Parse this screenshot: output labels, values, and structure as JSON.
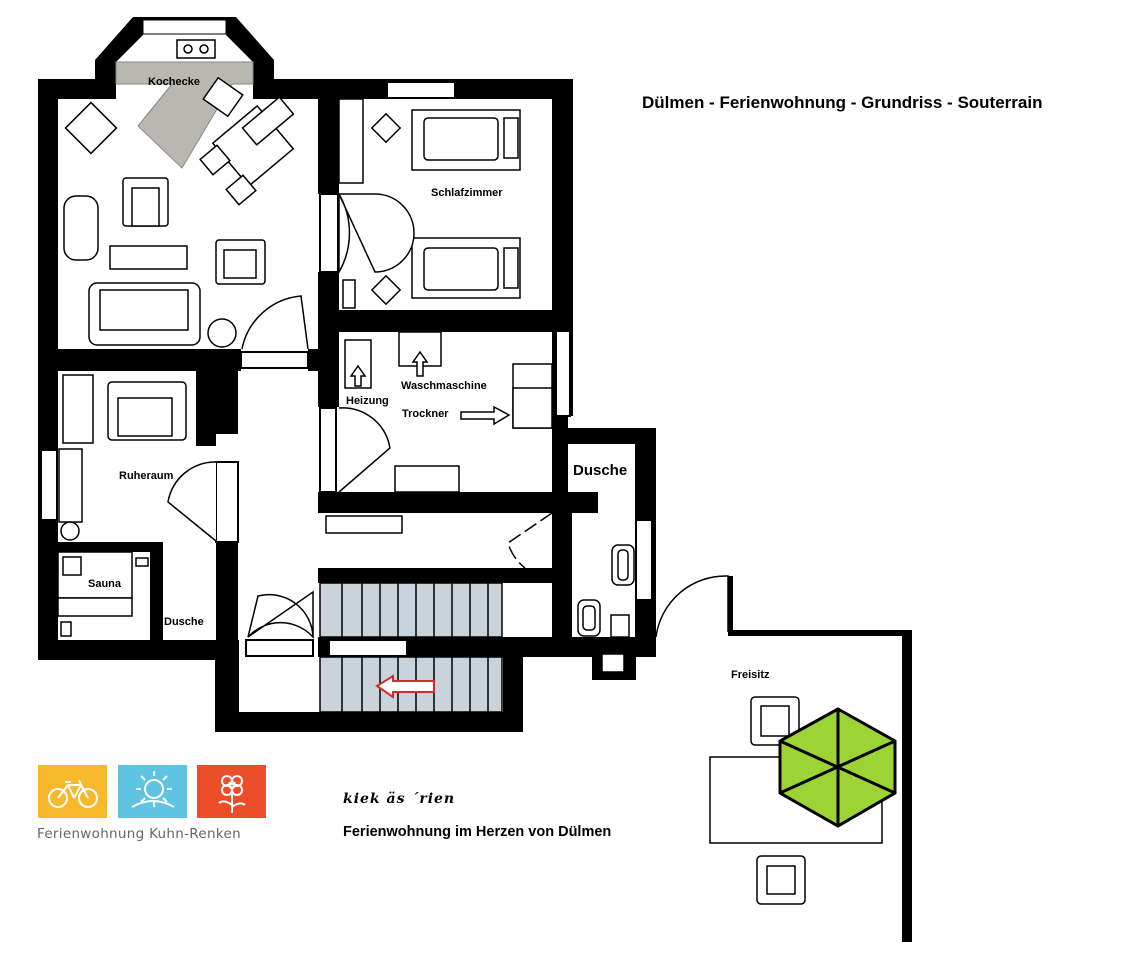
{
  "header": {
    "title": "Dülmen - Ferienwohnung - Grundriss - Souterrain"
  },
  "rooms": {
    "kochecke": "Kochecke",
    "schlafzimmer": "Schlafzimmer",
    "ruheraum": "Ruheraum",
    "sauna": "Sauna",
    "dusche_small": "Dusche",
    "dusche_large": "Dusche",
    "heizung": "Heizung",
    "waschmaschine": "Waschmaschine",
    "trockner": "Trockner",
    "freisitz": "Freisitz"
  },
  "footer": {
    "slogan": "kiek äs ´rien",
    "subtitle": "Ferienwohnung im Herzen von Dülmen",
    "brand": "Ferienwohnung Kuhn-Renken"
  },
  "colors": {
    "wall": "#000000",
    "kitchen_counter": "#b8b8b0",
    "stairs": "#c9d3dc",
    "umbrella": "#9bd434",
    "arrow_red": "#d62a2a",
    "logo_bike": "#f7b82b",
    "logo_sun": "#5fc4e1",
    "logo_flower": "#ea4d27"
  },
  "logos": [
    {
      "name": "bicycle-icon"
    },
    {
      "name": "sun-icon"
    },
    {
      "name": "flower-icon"
    }
  ]
}
